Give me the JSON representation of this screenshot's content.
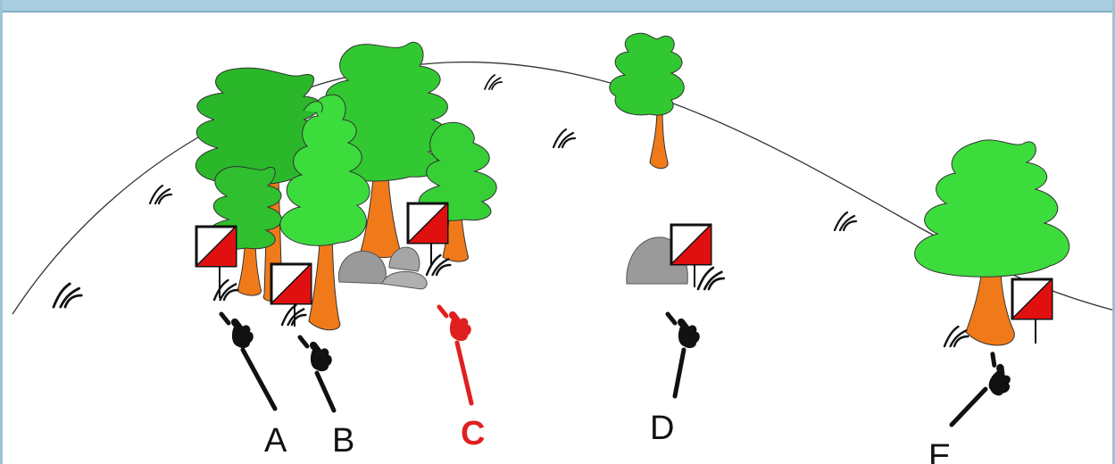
{
  "labels": {
    "a": "A",
    "b": "B",
    "c": "C",
    "d": "D",
    "e": "E"
  },
  "highlighted_label": "C",
  "colors": {
    "foliage_dark": "#2fbf2f",
    "foliage_light": "#3ddc3d",
    "trunk": "#f07a1a",
    "rock": "#9a9a9a",
    "flag_red": "#e01010",
    "highlight": "#e02020",
    "ink": "#111111",
    "top_bar": "#a9cfe0"
  },
  "icons": {
    "control_flag": "orienteering-control-flag-icon",
    "pointer": "pointing-hand-icon",
    "grass": "grass-tuft-icon"
  }
}
